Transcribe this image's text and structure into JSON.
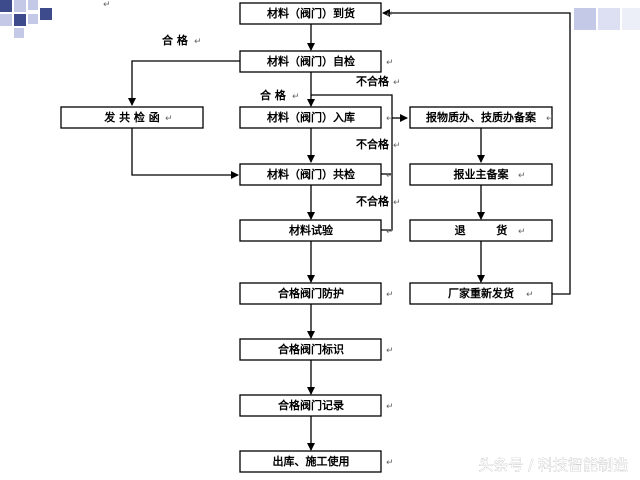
{
  "colors": {
    "box_border": "#000000",
    "text": "#000000",
    "corner_square_dark": "#3d4a8c",
    "corner_square_light": "#c5c9e8"
  },
  "boxes": {
    "arrival": "材料（阀门）到货",
    "self_inspect": "材料（阀门）自检",
    "send_letter": "发 共 检 函",
    "warehouse": "材料（阀门）入库",
    "joint_inspect": "材料（阀门）共检",
    "test": "材料试验",
    "protect": "合格阀门防护",
    "mark": "合格阀门标识",
    "record": "合格阀门记录",
    "issue": "出库、施工使用",
    "report": "报物质办、技质办备案",
    "owner": "报业主备案",
    "return": "退        货",
    "resend": "厂家重新发货"
  },
  "labels": {
    "pass_1": "合 格",
    "pass_2": "合 格",
    "fail_1": "不合格",
    "fail_2": "不合格",
    "fail_3": "不合格"
  },
  "watermark": "头条号 / 科技智能制造"
}
